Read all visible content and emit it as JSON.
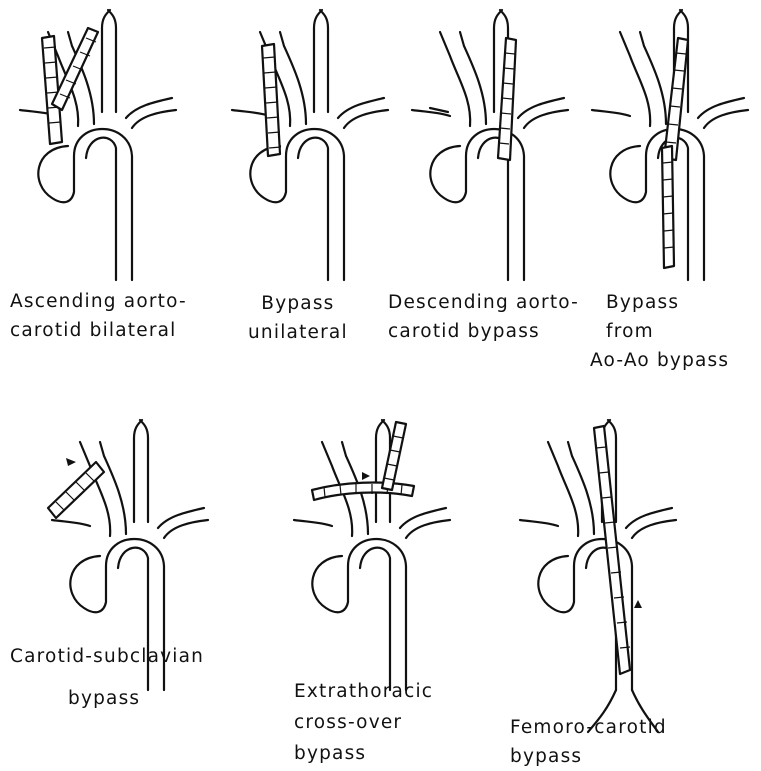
{
  "panels": [
    {
      "id": "ascending-aorto-carotid-bilateral",
      "lines": [
        "Ascending aorto-",
        "carotid bilateral"
      ]
    },
    {
      "id": "bypass-unilateral",
      "lines": [
        "Bypass",
        "unilateral"
      ]
    },
    {
      "id": "descending-aorto-carotid-bypass",
      "lines": [
        "Descending aorto-",
        "carotid  bypass"
      ]
    },
    {
      "id": "bypass-from-ao-ao-bypass",
      "lines": [
        "Bypass",
        "from",
        "Ao-Ao bypass"
      ]
    },
    {
      "id": "carotid-subclavian-bypass",
      "lines": [
        "Carotid-subclavian",
        "bypass"
      ]
    },
    {
      "id": "extrathoracic-cross-over-bypass",
      "lines": [
        "Extrathoracic",
        "cross-over",
        "bypass"
      ]
    },
    {
      "id": "femoro-carotid-bypass",
      "lines": [
        "Femoro-carotid",
        "bypass"
      ]
    }
  ]
}
